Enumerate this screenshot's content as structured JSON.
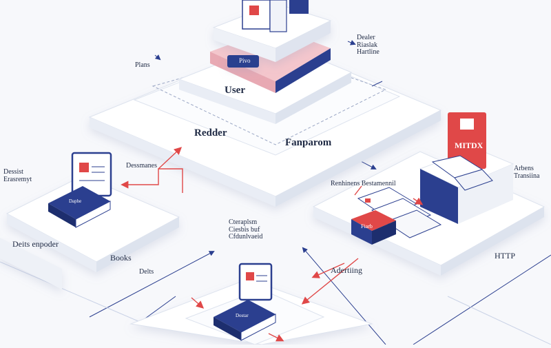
{
  "colors": {
    "background": "#f7f8fb",
    "platform": "#ffffff",
    "platform_edge": "#dde3ee",
    "navy": "#2b3f8f",
    "red": "#e04848",
    "pink": "#f4c6cc",
    "line": "#2b3f8f"
  },
  "labels": {
    "plans": "Plans",
    "dealer": "Dealer\nRiaslak\nHartline",
    "user": "User",
    "reader": "Redder",
    "fanparom": "Fanparom",
    "pink_tab": "Pivo",
    "mitdx": "MITDX",
    "right_side": "Arbens\nTransiina",
    "bestance": "Renhinens Bestamennil",
    "small_red_tab": "Fiarb",
    "http": "HTTP",
    "dataset": "Dessist\nErasremyt",
    "databases": "Dessmanes",
    "data_enpoder": "Deits enpoder",
    "books": "Books",
    "delts": "Delts",
    "center_note": "Cteraplsm\nCiesbis buf\nCfdunlvaeid",
    "advertising": "Adertiing",
    "left_book": "Daphe",
    "bottom_book": "Dostar"
  },
  "icons": [
    "user-document-icon",
    "monitor-user-icon",
    "book-stack-icon",
    "document-pages-icon",
    "open-book-icon",
    "arrow-icon"
  ]
}
